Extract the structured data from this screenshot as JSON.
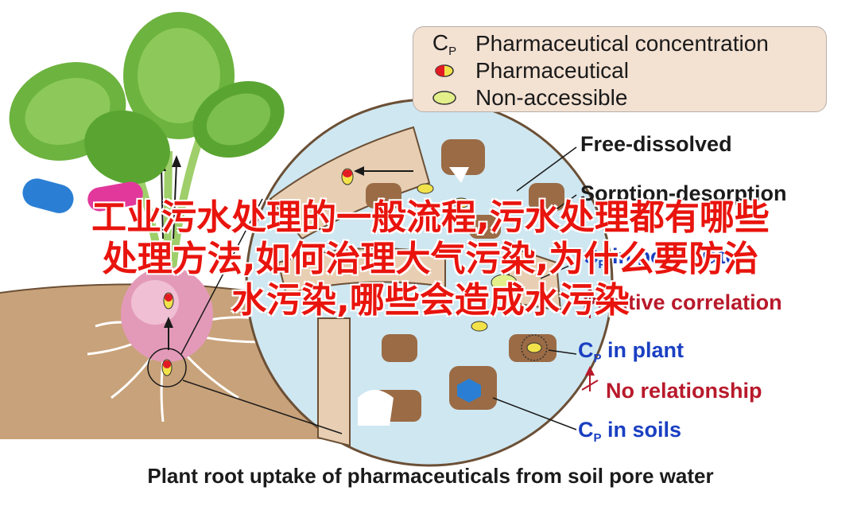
{
  "legend": {
    "cp_symbol": "C",
    "cp_subscript": "P",
    "items": [
      {
        "label": "Pharmaceutical concentration"
      },
      {
        "label": "Pharmaceutical"
      },
      {
        "label": "Non-accessible"
      }
    ]
  },
  "labels": {
    "free_dissolved": "Free-dissolved",
    "sorption_desorption": "Sorption-desorption",
    "cp_pore_water": "in pore water",
    "positive_correlation": "Positive correlation",
    "cp_plant": "in plant",
    "no_relationship": "No relationship",
    "cp_soils": "in soils"
  },
  "caption": "Plant root uptake of pharmaceuticals from soil pore water",
  "watermark": {
    "line1": "工业污水处理的一般流程,污水处理都有哪些",
    "line2": "处理方法,如何治理大气污染,为什么要防治",
    "line3": "水污染,哪些会造成水污染"
  },
  "colors": {
    "legend_bg": "#f3e1d2",
    "soil": "#c8a27a",
    "pore_water": "#cfe7f1",
    "leaf": "#6db33f",
    "radish": "#e39ab8",
    "blue_text": "#1a3fc2",
    "red_text": "#b8192b",
    "watermark": "#e8140d"
  }
}
